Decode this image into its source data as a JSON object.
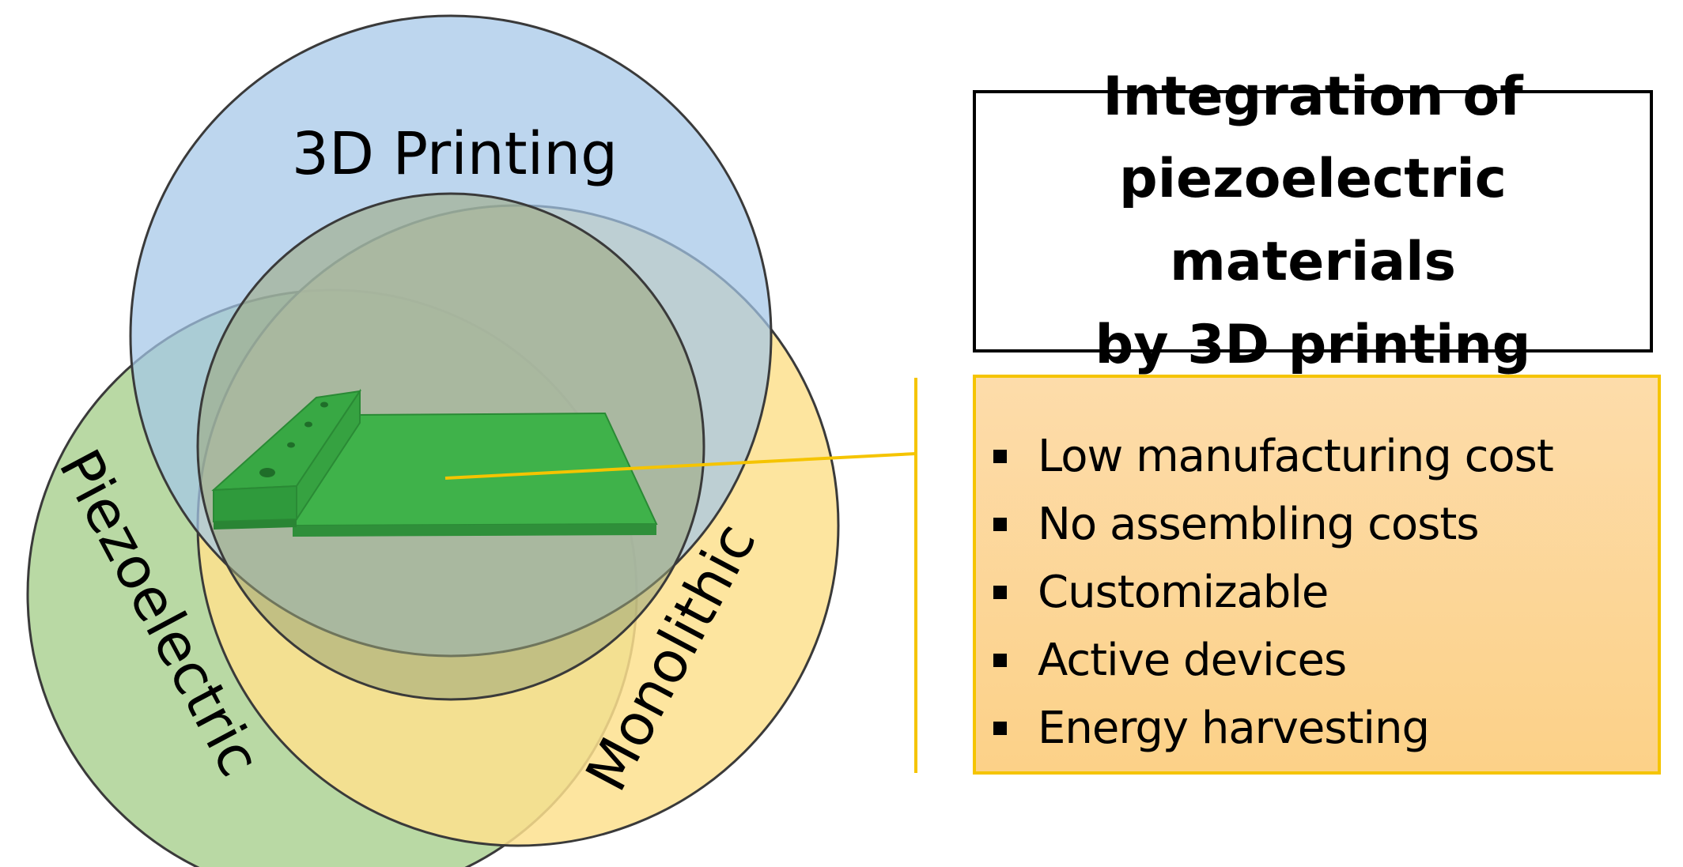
{
  "venn": {
    "sets": [
      {
        "label": "3D Printing",
        "color": "#a4c6e8"
      },
      {
        "label": "Piezoelectric",
        "color": "#b3d6a0"
      },
      {
        "label": "Monolithic",
        "color": "#fdd97a"
      }
    ],
    "center_object": "green-3d-printed-piezoelectric-device",
    "leader_line_color": "#f5c400"
  },
  "title_box": {
    "lines": [
      "Integration of",
      "piezoelectric materials",
      "by 3D printing"
    ]
  },
  "benefits": {
    "items": [
      "Low manufacturing cost",
      "No assembling costs",
      "Customizable",
      "Active devices",
      "Energy harvesting"
    ]
  },
  "colors": {
    "box_border": "#000000",
    "benefits_fill": "#fcd49a",
    "benefits_border": "#f5c400",
    "device_green": "#3fb24a"
  }
}
